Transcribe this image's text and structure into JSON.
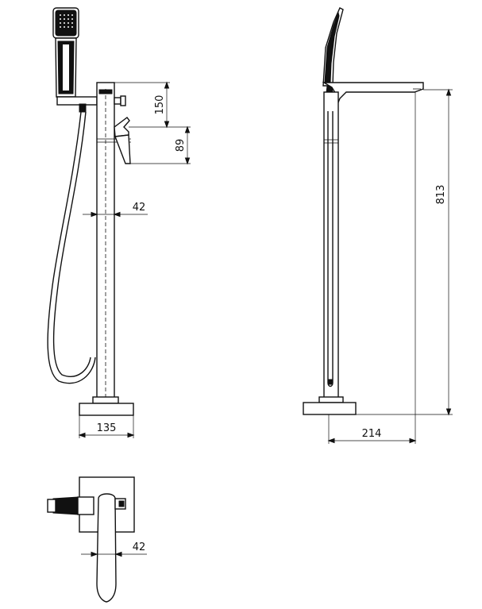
{
  "views": {
    "front": {
      "dims": {
        "spout_height_offset": "150",
        "handle_height": "89",
        "pipe_offset": "42",
        "base_width": "135"
      }
    },
    "side": {
      "dims": {
        "total_height": "813",
        "spout_reach": "214"
      }
    },
    "top": {
      "dims": {
        "pipe_offset": "42"
      }
    }
  },
  "colors": {
    "line": "#111111",
    "background": "#ffffff"
  }
}
